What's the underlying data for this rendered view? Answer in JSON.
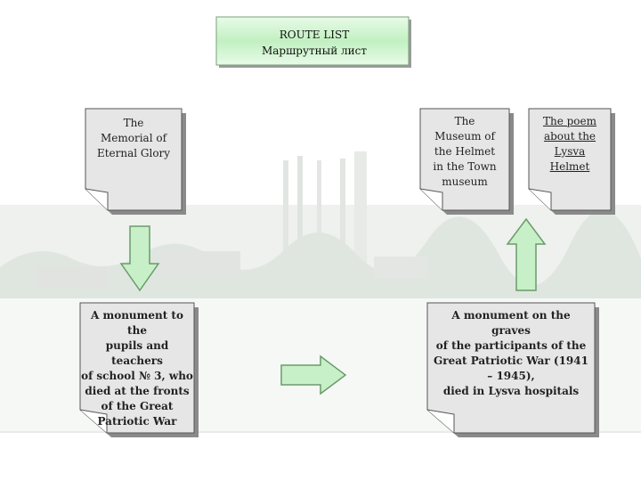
{
  "title": {
    "line1": "ROUTE  LIST",
    "line2": "Маршрутный лист"
  },
  "nodes": {
    "memorial": {
      "lines": [
        "The",
        "Memorial of",
        "Eternal Glory"
      ]
    },
    "museum": {
      "lines": [
        "The",
        "Museum of",
        "the Helmet",
        "in the Town",
        "museum"
      ]
    },
    "poem": {
      "lines": [
        "The poem",
        "about the",
        "Lysva",
        "Helmet"
      ]
    },
    "monument_school": {
      "lines": [
        "A monument to the",
        "pupils and teachers",
        "of school № 3, who",
        "died at the fronts",
        "of the Great",
        "Patriotic War"
      ]
    },
    "monument_graves": {
      "lines": [
        "A monument on the",
        "graves",
        "of the participants of the",
        "Great Patriotic War (1941",
        "– 1945),",
        "died in Lysva hospitals"
      ]
    }
  },
  "colors": {
    "box_fill": "#e6e6e6",
    "arrow_fill": "#c8f0c8",
    "arrow_stroke": "#6a9a6a",
    "title_fill": "#c8f4c8",
    "link": "#2a4a8a"
  }
}
